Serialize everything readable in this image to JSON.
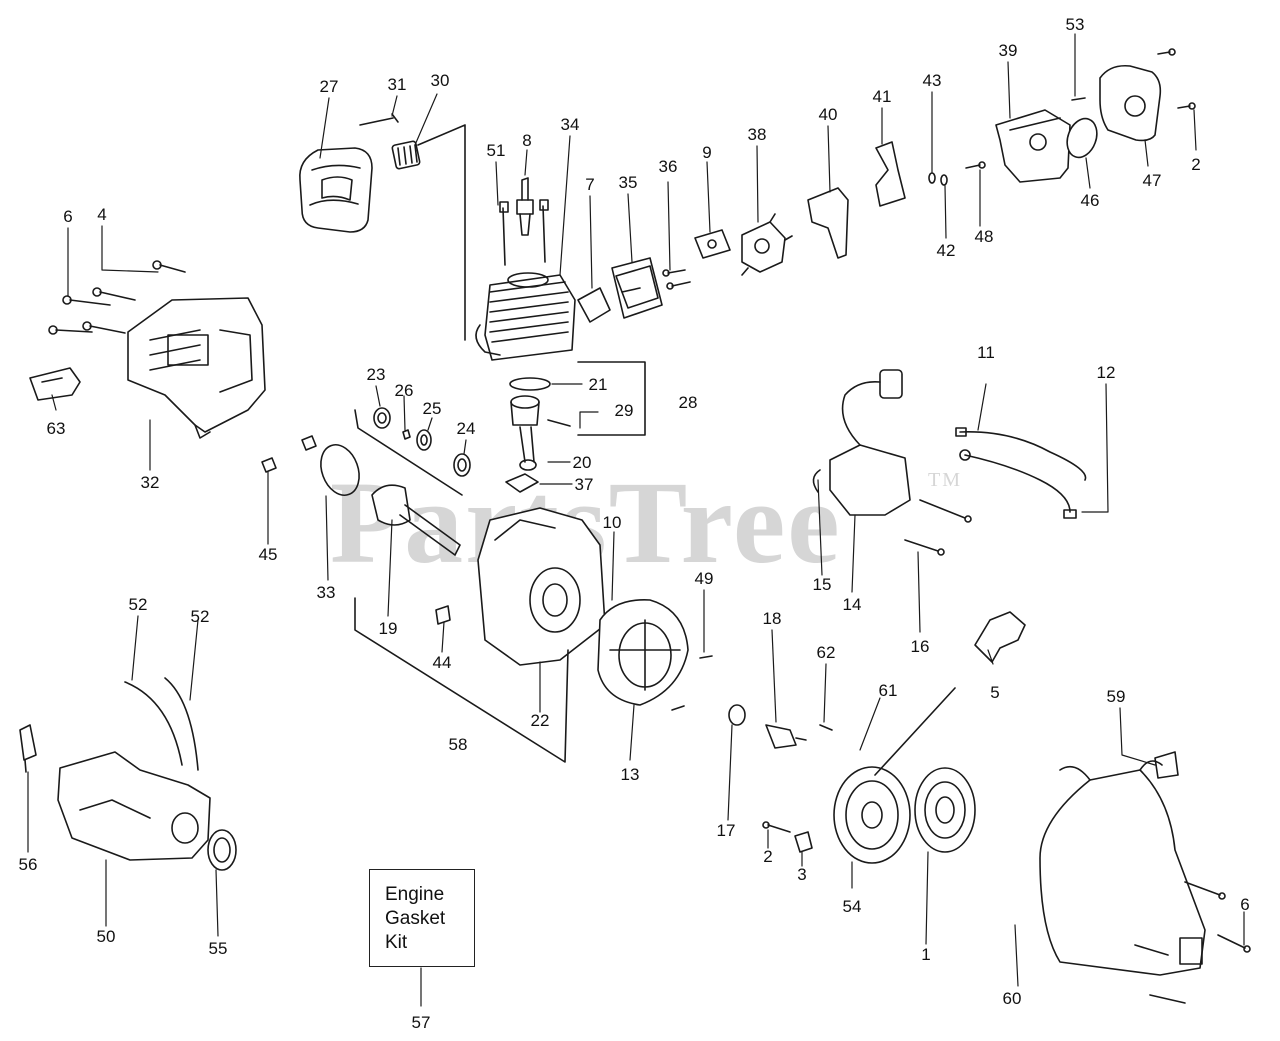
{
  "watermark": {
    "text": "PartsTree",
    "tm": "TM"
  },
  "kit_box": {
    "lines": [
      "Engine",
      "Gasket",
      "Kit"
    ]
  },
  "callouts": [
    {
      "n": "27"
    },
    {
      "n": "31"
    },
    {
      "n": "30"
    },
    {
      "n": "51"
    },
    {
      "n": "8"
    },
    {
      "n": "34"
    },
    {
      "n": "7"
    },
    {
      "n": "35"
    },
    {
      "n": "36"
    },
    {
      "n": "9"
    },
    {
      "n": "38"
    },
    {
      "n": "40"
    },
    {
      "n": "41"
    },
    {
      "n": "43"
    },
    {
      "n": "42"
    },
    {
      "n": "48"
    },
    {
      "n": "39"
    },
    {
      "n": "53"
    },
    {
      "n": "46"
    },
    {
      "n": "47"
    },
    {
      "n": "2"
    },
    {
      "n": "6"
    },
    {
      "n": "4"
    },
    {
      "n": "63"
    },
    {
      "n": "32"
    },
    {
      "n": "45"
    },
    {
      "n": "23"
    },
    {
      "n": "26"
    },
    {
      "n": "25"
    },
    {
      "n": "24"
    },
    {
      "n": "21"
    },
    {
      "n": "28"
    },
    {
      "n": "29"
    },
    {
      "n": "20"
    },
    {
      "n": "37"
    },
    {
      "n": "33"
    },
    {
      "n": "19"
    },
    {
      "n": "10"
    },
    {
      "n": "11"
    },
    {
      "n": "12"
    },
    {
      "n": "15"
    },
    {
      "n": "14"
    },
    {
      "n": "16"
    },
    {
      "n": "49"
    },
    {
      "n": "44"
    },
    {
      "n": "22"
    },
    {
      "n": "58"
    },
    {
      "n": "13"
    },
    {
      "n": "18"
    },
    {
      "n": "62"
    },
    {
      "n": "61"
    },
    {
      "n": "5"
    },
    {
      "n": "59"
    },
    {
      "n": "52"
    },
    {
      "n": "52"
    },
    {
      "n": "56"
    },
    {
      "n": "50"
    },
    {
      "n": "55"
    },
    {
      "n": "17"
    },
    {
      "n": "2"
    },
    {
      "n": "3"
    },
    {
      "n": "54"
    },
    {
      "n": "1"
    },
    {
      "n": "6"
    },
    {
      "n": "60"
    },
    {
      "n": "57"
    }
  ]
}
